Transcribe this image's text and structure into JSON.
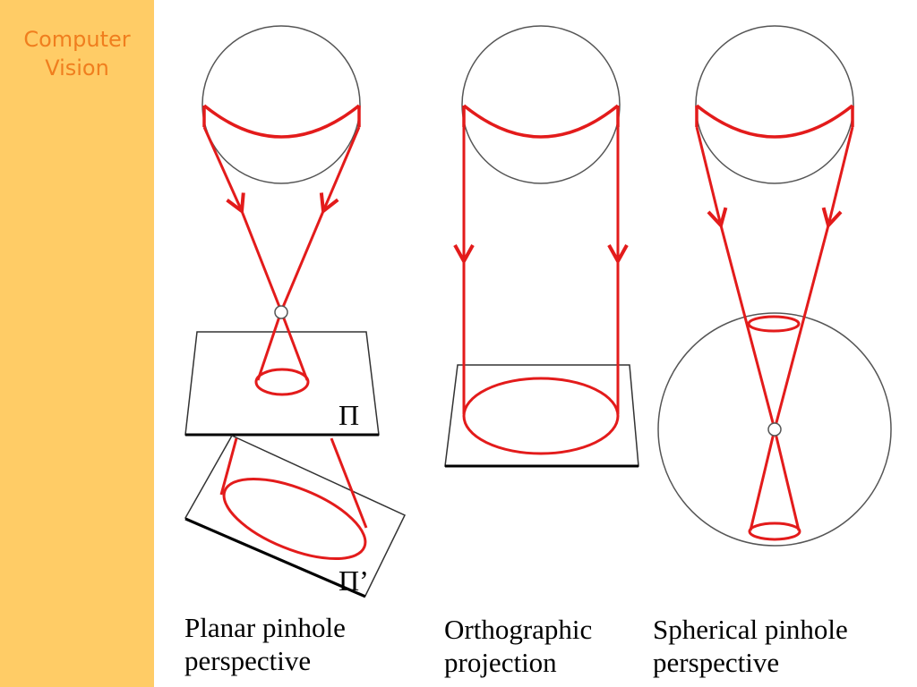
{
  "sidebar": {
    "title_line1": "Computer",
    "title_line2": "Vision"
  },
  "planes": {
    "planar_label": "Π",
    "tilted_label": "Π’"
  },
  "captions": {
    "planar": {
      "line1": "Planar pinhole",
      "line2": "perspective"
    },
    "orthographic": {
      "line1": "Orthographic",
      "line2": "projection"
    },
    "spherical": {
      "line1": "Spherical pinhole",
      "line2": "perspective"
    }
  },
  "colors": {
    "ray": "#e31b1b",
    "outline": "#555555",
    "sidebar": "#ffcc66",
    "sidebar_text": "#f07e1e"
  }
}
